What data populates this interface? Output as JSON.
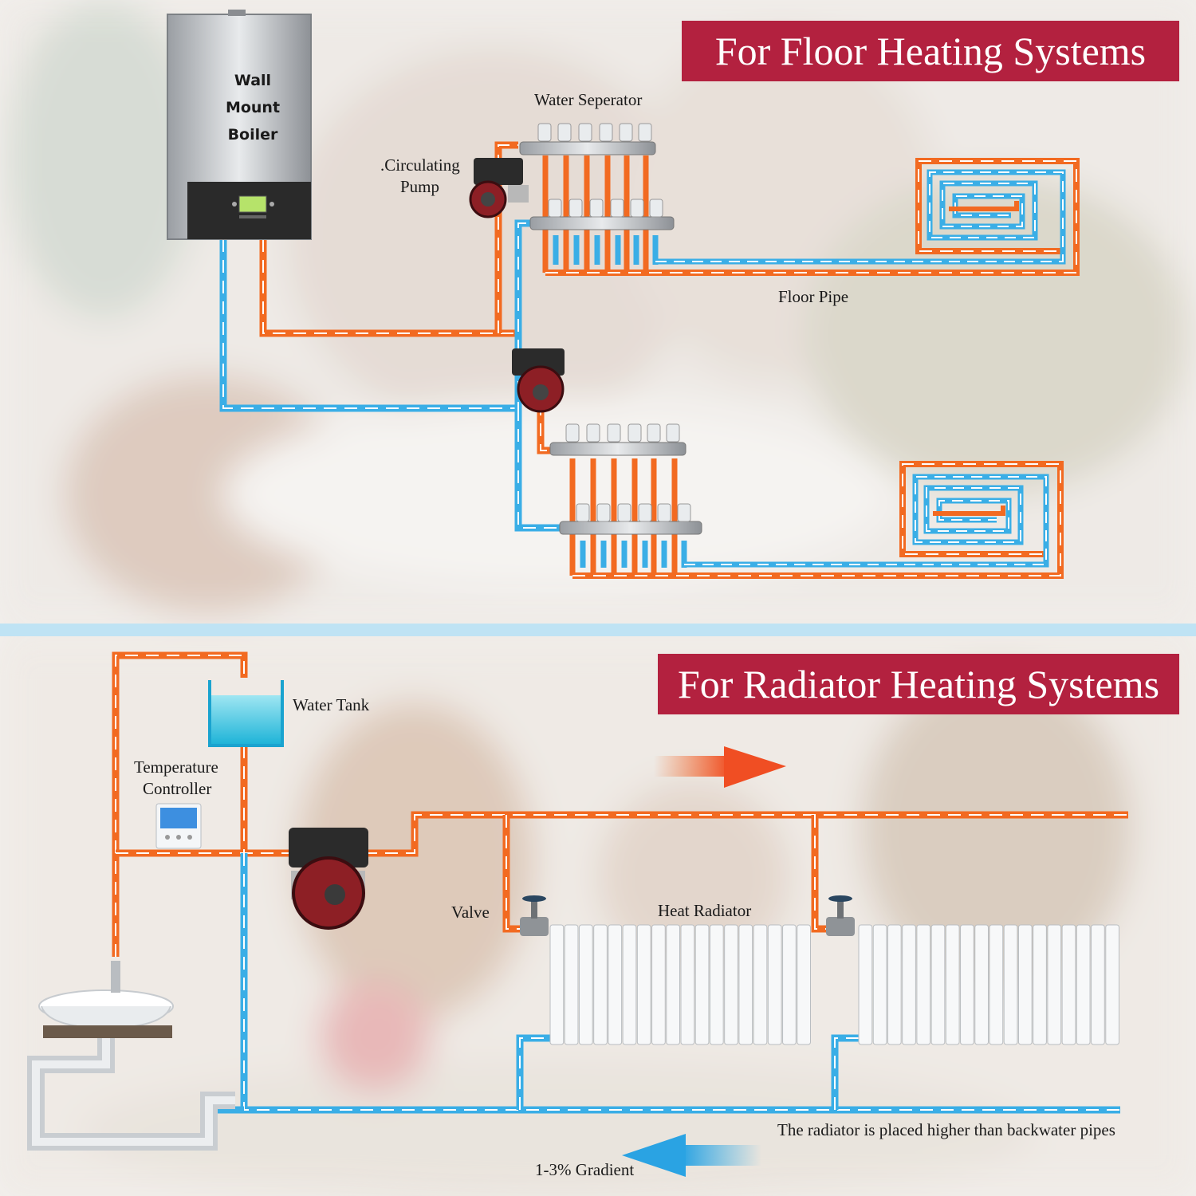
{
  "floor_section": {
    "title": "For Floor Heating Systems",
    "labels": {
      "boiler_line1": "Wall",
      "boiler_line2": "Mount",
      "boiler_line3": "Boiler",
      "water_separator": "Water Seperator",
      "circulating_pump_line1": ".Circulating",
      "circulating_pump_line2": "Pump",
      "floor_pipe": "Floor Pipe"
    }
  },
  "radiator_section": {
    "title": "For Radiator Heating Systems",
    "labels": {
      "water_tank": "Water Tank",
      "temp_controller_line1": "Temperature",
      "temp_controller_line2": "Controller",
      "valve": "Valve",
      "heat_radiator": "Heat Radiator",
      "radiator_note": "The radiator is placed higher than backwater pipes",
      "gradient": "1-3% Gradient"
    }
  },
  "colors": {
    "hot_pipe": "#f26a21",
    "cold_pipe": "#3aaee6",
    "title_bg": "#b3213f",
    "divider": "#bfe3f4"
  },
  "icons": [
    "boiler-icon",
    "pump-icon",
    "manifold-icon",
    "water-tank-icon",
    "thermostat-icon",
    "valve-icon",
    "radiator-icon",
    "sink-icon",
    "arrow-icon"
  ]
}
